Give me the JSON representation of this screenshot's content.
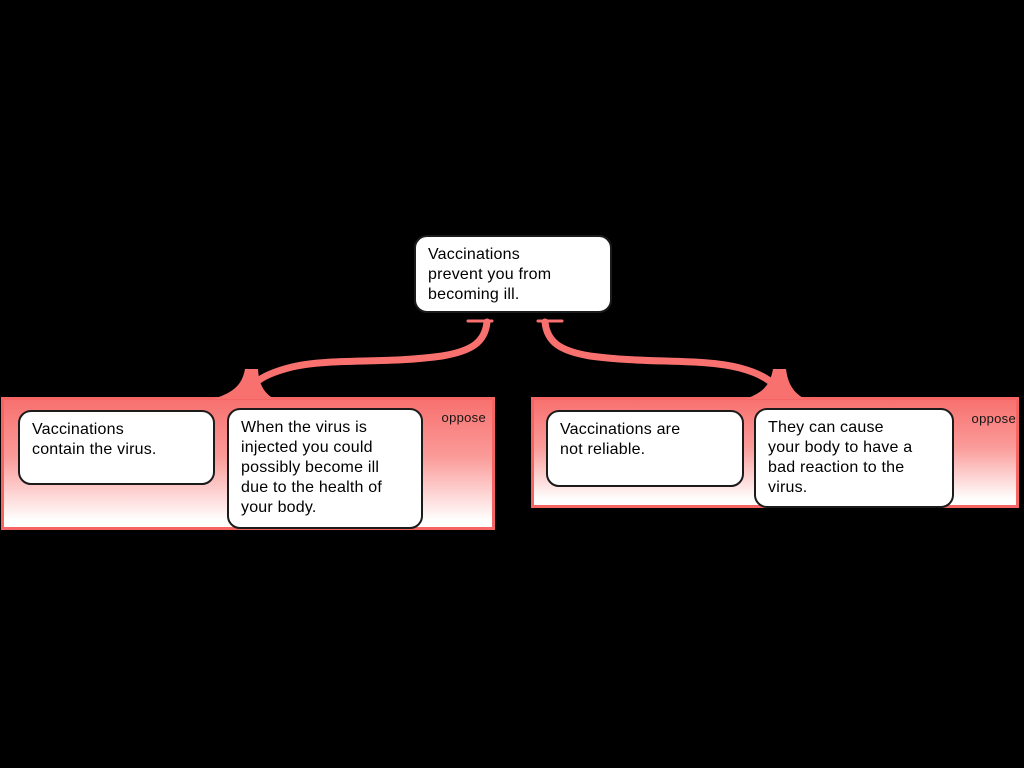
{
  "diagram": {
    "type": "argument-map",
    "root": {
      "text": "Vaccinations prevent you from becoming ill.",
      "lines": "Vaccinations\nprevent you from\nbecoming ill."
    },
    "groups": [
      {
        "relation": "oppose",
        "nodes": [
          {
            "text": "Vaccinations contain the virus.",
            "lines": "Vaccinations\ncontain the virus."
          },
          {
            "text": "When the virus is injected you could possibly become ill due to the health of your body.",
            "lines": "When the virus is\ninjected you could\npossibly become ill\ndue to the health of\nyour body."
          }
        ]
      },
      {
        "relation": "oppose",
        "nodes": [
          {
            "text": "Vaccinations are not reliable.",
            "lines": "Vaccinations are\nnot reliable."
          },
          {
            "text": "They can cause your body to have a bad reaction to the virus.",
            "lines": "They can cause\nyour body to have a\nbad reaction to the\nvirus."
          }
        ]
      }
    ],
    "colors": {
      "background": "#000000",
      "connector": "#f8716f",
      "panel_top": "#f8716f",
      "panel_bottom": "#ffffff",
      "panel_border": "#f56563",
      "node_background": "#ffffff",
      "node_border": "#1b1b1b",
      "text": "#000000",
      "oppose_text": "#151515"
    }
  }
}
